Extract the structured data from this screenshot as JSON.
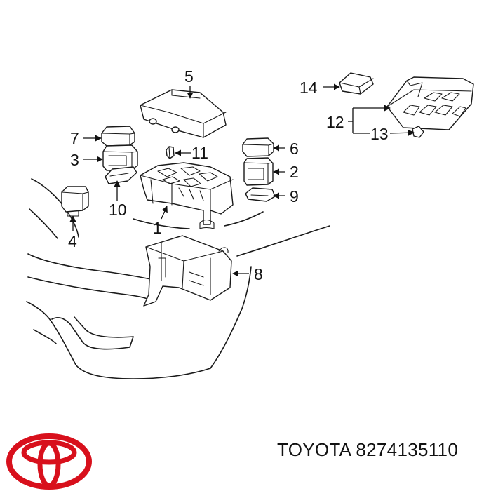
{
  "callouts": {
    "c1": "1",
    "c2": "2",
    "c3": "3",
    "c4": "4",
    "c5": "5",
    "c6": "6",
    "c7": "7",
    "c8": "8",
    "c9": "9",
    "c10": "10",
    "c11": "11",
    "c12": "12",
    "c13": "13",
    "c14": "14"
  },
  "brand": "TOYOTA",
  "part_number": "8274135110",
  "colors": {
    "logo": "#d8101c",
    "line": "#1a1a1a",
    "background": "#ffffff"
  },
  "logo_icon": "toyota-emblem-icon"
}
